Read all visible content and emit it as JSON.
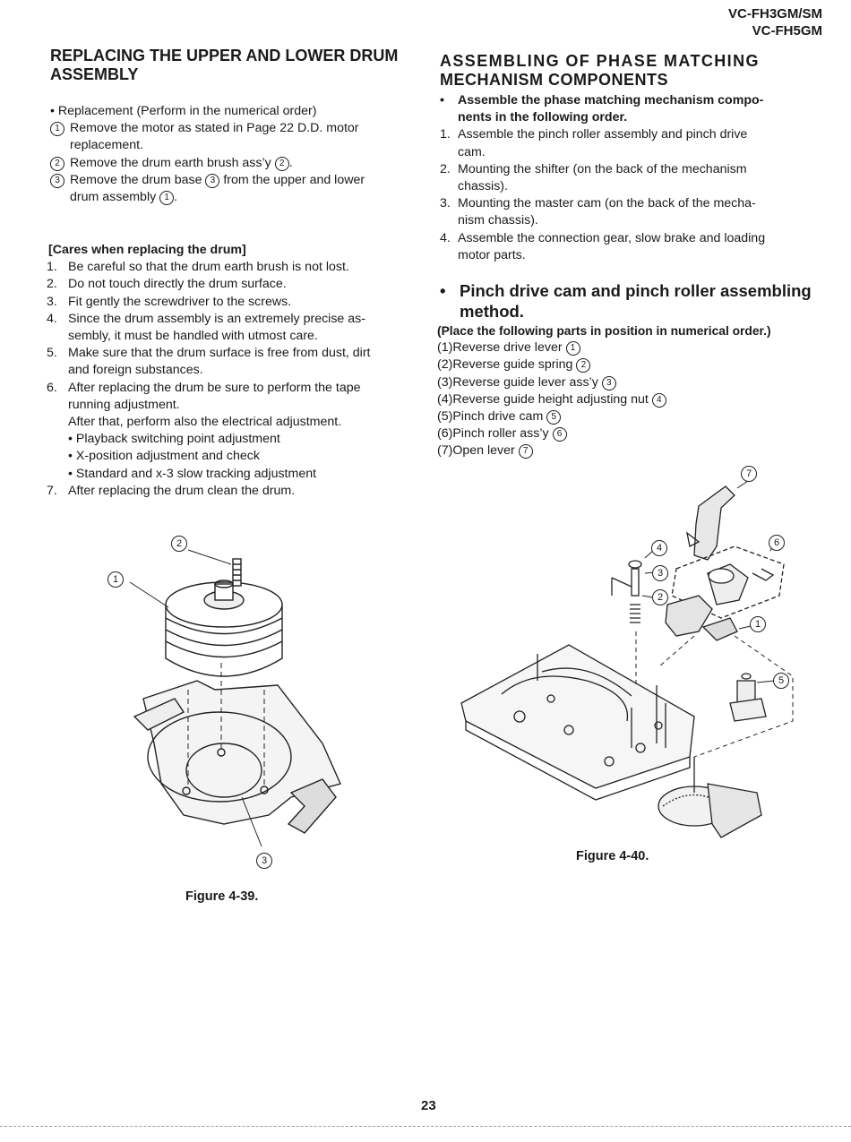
{
  "header": {
    "model_line1": "VC-FH3GM/SM",
    "model_line2": "VC-FH5GM"
  },
  "left": {
    "title_line1": "REPLACING THE UPPER AND LOWER DRUM",
    "title_line2": "ASSEMBLY",
    "intro": "• Replacement (Perform in the numerical order)",
    "steps": [
      {
        "mark": "1",
        "line1": "Remove the motor as stated in Page 22 D.D. motor",
        "line2": "replacement."
      },
      {
        "mark": "2",
        "text_a": "Remove the drum earth brush ass’y ",
        "ref": "2",
        "text_b": "."
      },
      {
        "mark": "3",
        "text_a": "Remove the drum base ",
        "ref": "3",
        "text_b": " from the upper and lower",
        "line2_a": "drum assembly ",
        "line2_ref": "1",
        "line2_b": "."
      }
    ],
    "cares_heading": "[Cares when replacing the drum]",
    "cares": [
      {
        "n": "1.",
        "lines": [
          "Be careful so that the drum earth brush is not lost."
        ]
      },
      {
        "n": "2.",
        "lines": [
          "Do not touch directly the drum surface."
        ]
      },
      {
        "n": "3.",
        "lines": [
          "Fit gently the screwdriver to the screws."
        ]
      },
      {
        "n": "4.",
        "lines": [
          "Since the drum assembly is an extremely precise as-",
          "sembly, it must be handled with utmost care."
        ]
      },
      {
        "n": "5.",
        "lines": [
          "Make sure that the drum surface is free from dust, dirt",
          "and foreign substances."
        ]
      },
      {
        "n": "6.",
        "lines": [
          "After replacing the drum  be sure to perform the tape",
          "running adjustment.",
          "After that, perform also the electrical adjustment."
        ]
      }
    ],
    "adjustments": [
      "• Playback switching point adjustment",
      "• X-position adjustment and check",
      "• Standard and x-3 slow tracking adjustment"
    ],
    "care7": {
      "n": "7.",
      "text": "After replacing the drum clean the drum."
    },
    "figure_caption": "Figure 4-39.",
    "callouts": [
      "1",
      "2",
      "3"
    ]
  },
  "right": {
    "title_line1": "ASSEMBLING OF PHASE MATCHING",
    "title_line2": "MECHANISM COMPONENTS",
    "bullet_line1": "Assemble the phase matching mechanism compo-",
    "bullet_line2": "nents in the following order.",
    "order": [
      {
        "n": "1.",
        "lines": [
          "Assemble the pinch roller assembly and pinch drive",
          "cam."
        ]
      },
      {
        "n": "2.",
        "lines": [
          "Mounting the shifter (on the back of the mechanism",
          "chassis)."
        ]
      },
      {
        "n": "3.",
        "lines": [
          "Mounting the master cam (on the back of the mecha-",
          "nism chassis)."
        ]
      },
      {
        "n": "4.",
        "lines": [
          "Assemble the connection gear, slow brake and loading",
          "motor parts."
        ]
      }
    ],
    "pinch_heading_line1": "Pinch drive cam and pinch roller assembling",
    "pinch_heading_line2": "method.",
    "place_note": "(Place the following parts in position in numerical order.)",
    "parts": [
      {
        "n": "(1)",
        "text": "Reverse drive lever ",
        "ref": "1"
      },
      {
        "n": "(2)",
        "text": "Reverse guide spring ",
        "ref": "2"
      },
      {
        "n": "(3)",
        "text": "Reverse guide lever ass’y ",
        "ref": "3"
      },
      {
        "n": "(4)",
        "text": "Reverse guide height adjusting nut ",
        "ref": "4"
      },
      {
        "n": "(5)",
        "text": "Pinch drive cam ",
        "ref": "5"
      },
      {
        "n": "(6)",
        "text": "Pinch roller ass’y ",
        "ref": "6"
      },
      {
        "n": "(7)",
        "text": "Open lever ",
        "ref": "7"
      }
    ],
    "figure_caption": "Figure 4-40.",
    "callouts": [
      "1",
      "2",
      "3",
      "4",
      "5",
      "6",
      "7"
    ]
  },
  "footer": {
    "page_number": "23"
  }
}
